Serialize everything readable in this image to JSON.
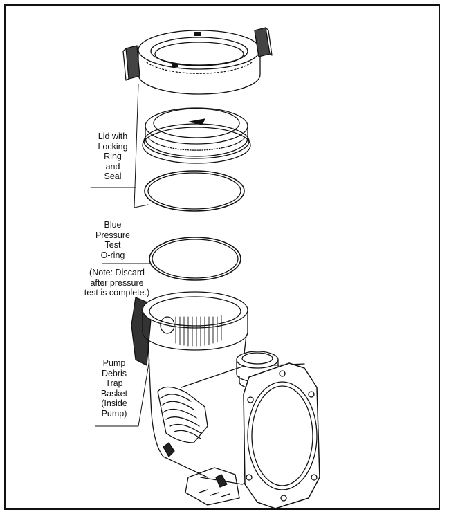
{
  "labels": {
    "lid": "Lid with\nLocking\nRing\nand\nSeal",
    "oring": "Blue\nPressure\nTest\nO-ring",
    "note": "(Note: Discard\nafter pressure\ntest is complete.)",
    "basket": "Pump\nDebris\nTrap\nBasket\n(Inside\nPump)"
  },
  "colors": {
    "line": "#111111",
    "background": "#ffffff"
  }
}
